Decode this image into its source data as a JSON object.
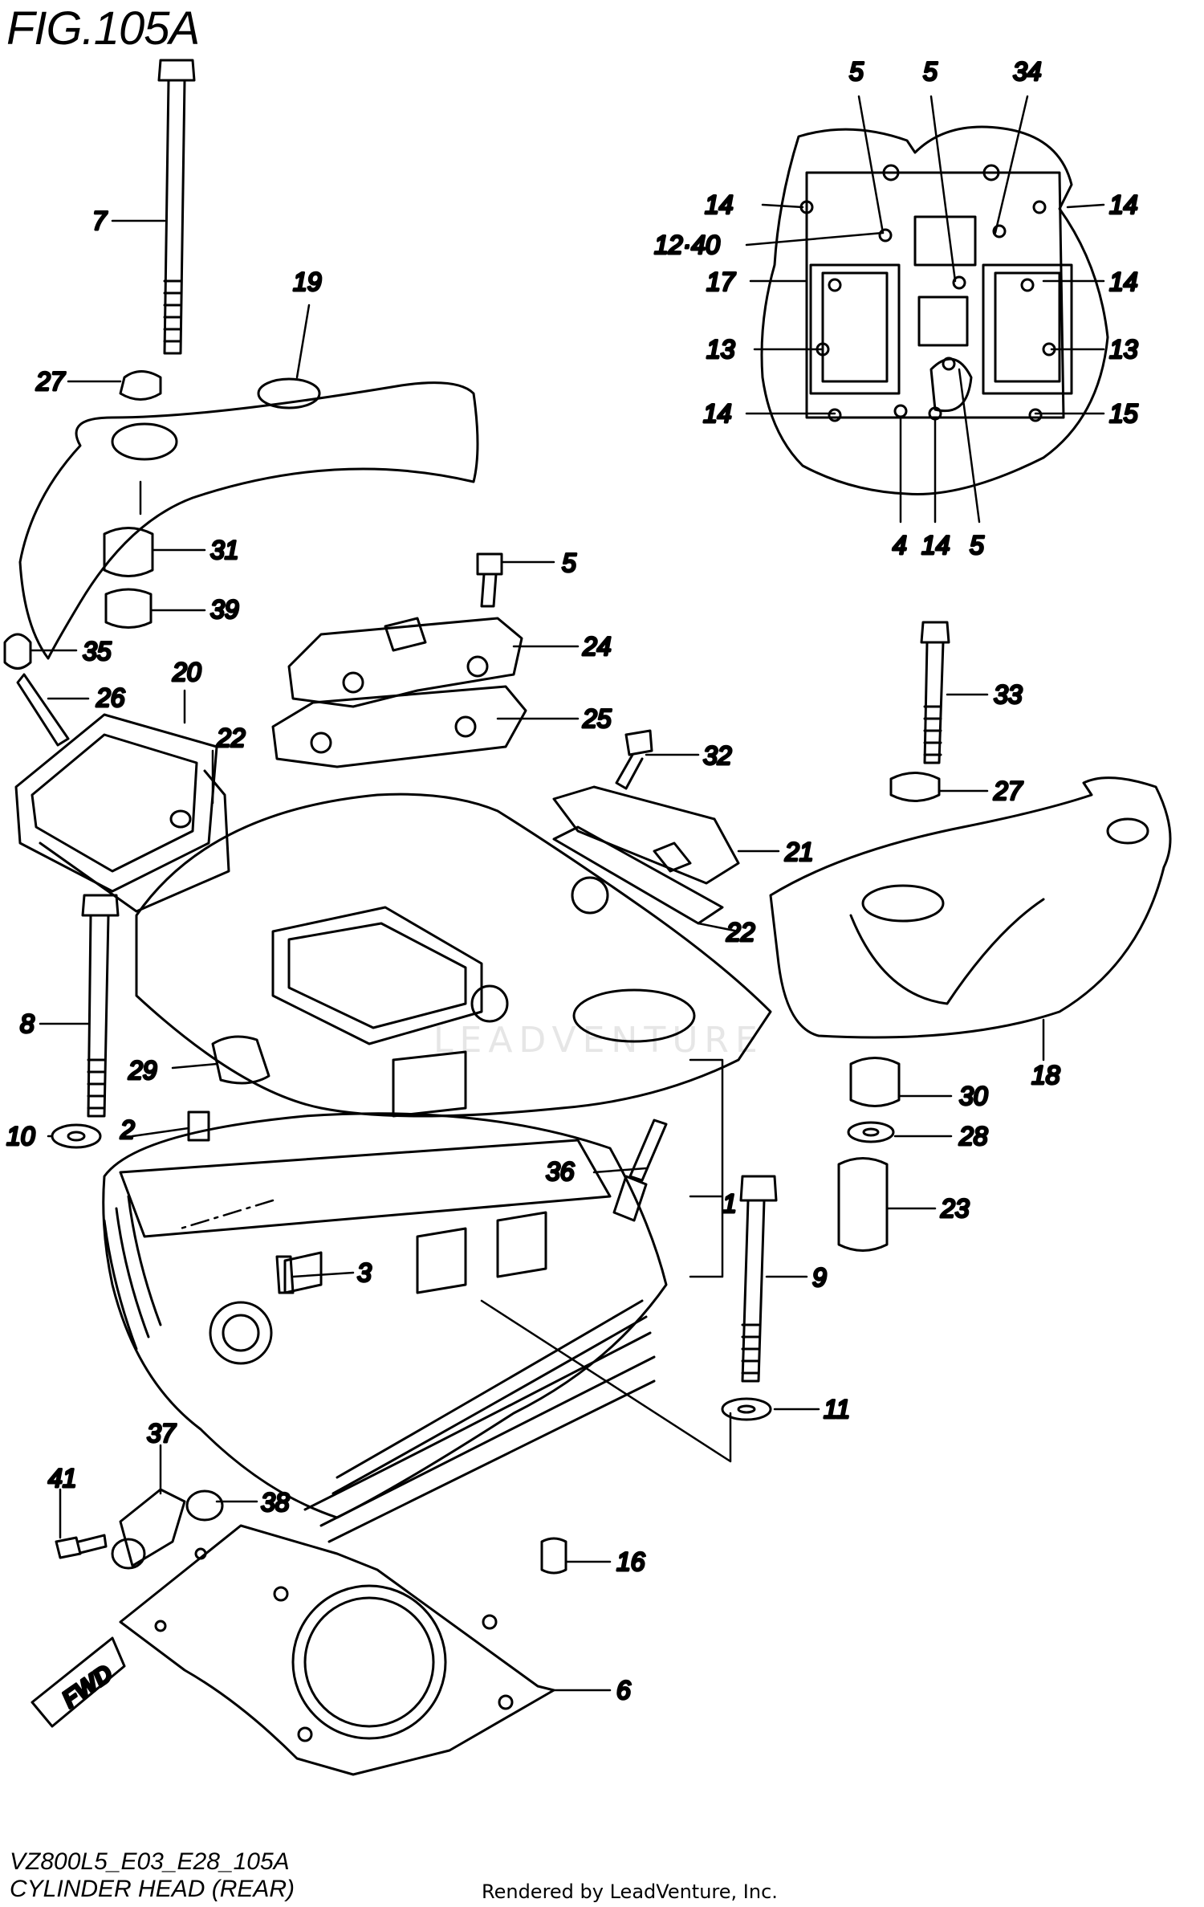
{
  "figure": {
    "title": "FIG.105A",
    "code": "VZ800L5_E03_E28_105A",
    "caption": "CYLINDER HEAD (REAR)",
    "credit": "Rendered by LeadVenture, Inc.",
    "watermark": "LEADVENTURE",
    "direction_label": "FWD"
  },
  "callouts": [
    {
      "id": "c7",
      "label": "7"
    },
    {
      "id": "c19",
      "label": "19"
    },
    {
      "id": "c27a",
      "label": "27"
    },
    {
      "id": "c31",
      "label": "31"
    },
    {
      "id": "c39",
      "label": "39"
    },
    {
      "id": "c35",
      "label": "35"
    },
    {
      "id": "c26",
      "label": "26"
    },
    {
      "id": "c20",
      "label": "20"
    },
    {
      "id": "c22a",
      "label": "22"
    },
    {
      "id": "c5e",
      "label": "5"
    },
    {
      "id": "c24",
      "label": "24"
    },
    {
      "id": "c25",
      "label": "25"
    },
    {
      "id": "c32",
      "label": "32"
    },
    {
      "id": "c21",
      "label": "21"
    },
    {
      "id": "c22b",
      "label": "22"
    },
    {
      "id": "c33",
      "label": "33"
    },
    {
      "id": "c27b",
      "label": "27"
    },
    {
      "id": "c18",
      "label": "18"
    },
    {
      "id": "c8",
      "label": "8"
    },
    {
      "id": "c29",
      "label": "29"
    },
    {
      "id": "c10",
      "label": "10"
    },
    {
      "id": "c2",
      "label": "2"
    },
    {
      "id": "c36",
      "label": "36"
    },
    {
      "id": "c1",
      "label": "1"
    },
    {
      "id": "c3",
      "label": "3"
    },
    {
      "id": "c30",
      "label": "30"
    },
    {
      "id": "c28",
      "label": "28"
    },
    {
      "id": "c23",
      "label": "23"
    },
    {
      "id": "c9",
      "label": "9"
    },
    {
      "id": "c11",
      "label": "11"
    },
    {
      "id": "c37",
      "label": "37"
    },
    {
      "id": "c38",
      "label": "38"
    },
    {
      "id": "c41",
      "label": "41"
    },
    {
      "id": "c16",
      "label": "16"
    },
    {
      "id": "c6",
      "label": "6"
    },
    {
      "id": "c5a",
      "label": "5"
    },
    {
      "id": "c5b",
      "label": "5"
    },
    {
      "id": "c34",
      "label": "34"
    },
    {
      "id": "c14a",
      "label": "14"
    },
    {
      "id": "c14b",
      "label": "14"
    },
    {
      "id": "c1240",
      "label": "12·40"
    },
    {
      "id": "c17",
      "label": "17"
    },
    {
      "id": "c14c",
      "label": "14"
    },
    {
      "id": "c13a",
      "label": "13"
    },
    {
      "id": "c13b",
      "label": "13"
    },
    {
      "id": "c14d",
      "label": "14"
    },
    {
      "id": "c15",
      "label": "15"
    },
    {
      "id": "c4",
      "label": "4"
    },
    {
      "id": "c14e",
      "label": "14"
    },
    {
      "id": "c5c",
      "label": "5"
    }
  ]
}
